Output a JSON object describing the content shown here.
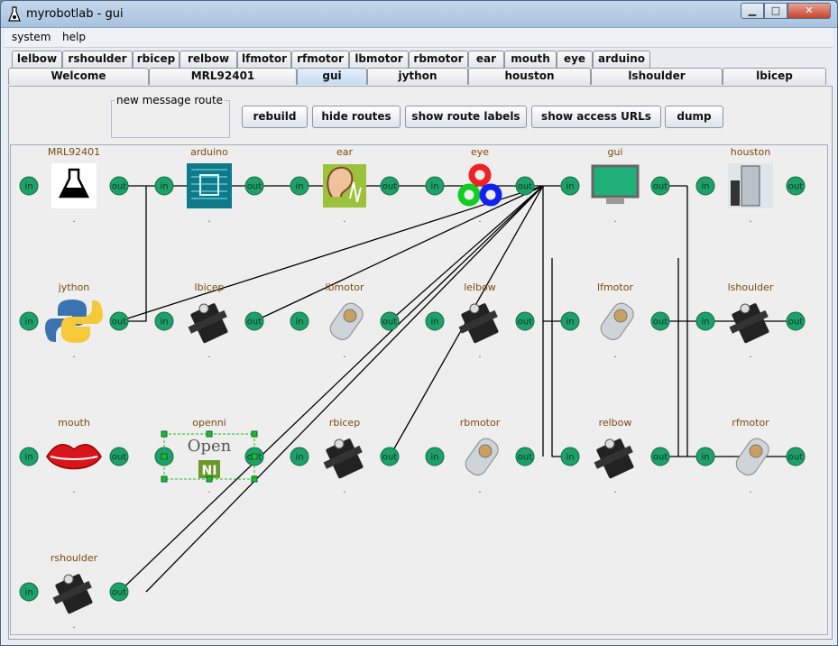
{
  "window": {
    "title": "myrobotlab - gui",
    "minimize": "▁",
    "maximize": "□",
    "close": "✕"
  },
  "menu": [
    "system",
    "help"
  ],
  "tabs_row1": [
    "lelbow",
    "rshoulder",
    "rbicep",
    "relbow",
    "lfmotor",
    "rfmotor",
    "lbmotor",
    "rbmotor",
    "ear",
    "mouth",
    "eye",
    "arduino"
  ],
  "tabs_row2": [
    "Welcome",
    "MRL92401",
    "gui",
    "jython",
    "houston",
    "lshoulder",
    "lbicep"
  ],
  "selected_tab": "gui",
  "toolbar": {
    "group_label": "new message route",
    "rebuild": "rebuild",
    "hide_routes": "hide routes",
    "show_route_labels": "show route labels",
    "show_access_urls": "show access URLs",
    "dump": "dump"
  },
  "port_labels": {
    "in": "in",
    "out": "out"
  },
  "nodes": [
    {
      "name": "MRL92401",
      "icon": "flask-icon",
      "dot": "."
    },
    {
      "name": "arduino",
      "icon": "arduino-board-icon",
      "dot": "."
    },
    {
      "name": "ear",
      "icon": "ear-icon",
      "dot": "."
    },
    {
      "name": "eye",
      "icon": "opencv-icon",
      "dot": "."
    },
    {
      "name": "gui",
      "icon": "monitor-icon",
      "dot": "."
    },
    {
      "name": "houston",
      "icon": "robot-houston-icon",
      "dot": "."
    },
    {
      "name": "jython",
      "icon": "python-icon",
      "dot": "."
    },
    {
      "name": "lbicep",
      "icon": "servo-icon",
      "dot": "."
    },
    {
      "name": "lbmotor",
      "icon": "dc-motor-icon",
      "dot": "."
    },
    {
      "name": "lelbow",
      "icon": "servo-icon",
      "dot": "."
    },
    {
      "name": "lfmotor",
      "icon": "dc-motor-icon",
      "dot": "."
    },
    {
      "name": "lshoulder",
      "icon": "servo-icon",
      "dot": "."
    },
    {
      "name": "mouth",
      "icon": "lips-icon",
      "dot": "."
    },
    {
      "name": "openni",
      "icon": "openni-icon",
      "dot": ".",
      "text1": "Open",
      "text2": "NI"
    },
    {
      "name": "rbicep",
      "icon": "servo-icon",
      "dot": "."
    },
    {
      "name": "rbmotor",
      "icon": "dc-motor-icon",
      "dot": "."
    },
    {
      "name": "relbow",
      "icon": "servo-icon",
      "dot": "."
    },
    {
      "name": "rfmotor",
      "icon": "dc-motor-icon",
      "dot": "."
    },
    {
      "name": "rshoulder",
      "icon": "servo-icon",
      "dot": "."
    }
  ],
  "colors": {
    "port": "#1f9f6a",
    "port_stroke": "#0f6f43",
    "node_label": "#7a4a10",
    "selection": "#22bb22"
  }
}
